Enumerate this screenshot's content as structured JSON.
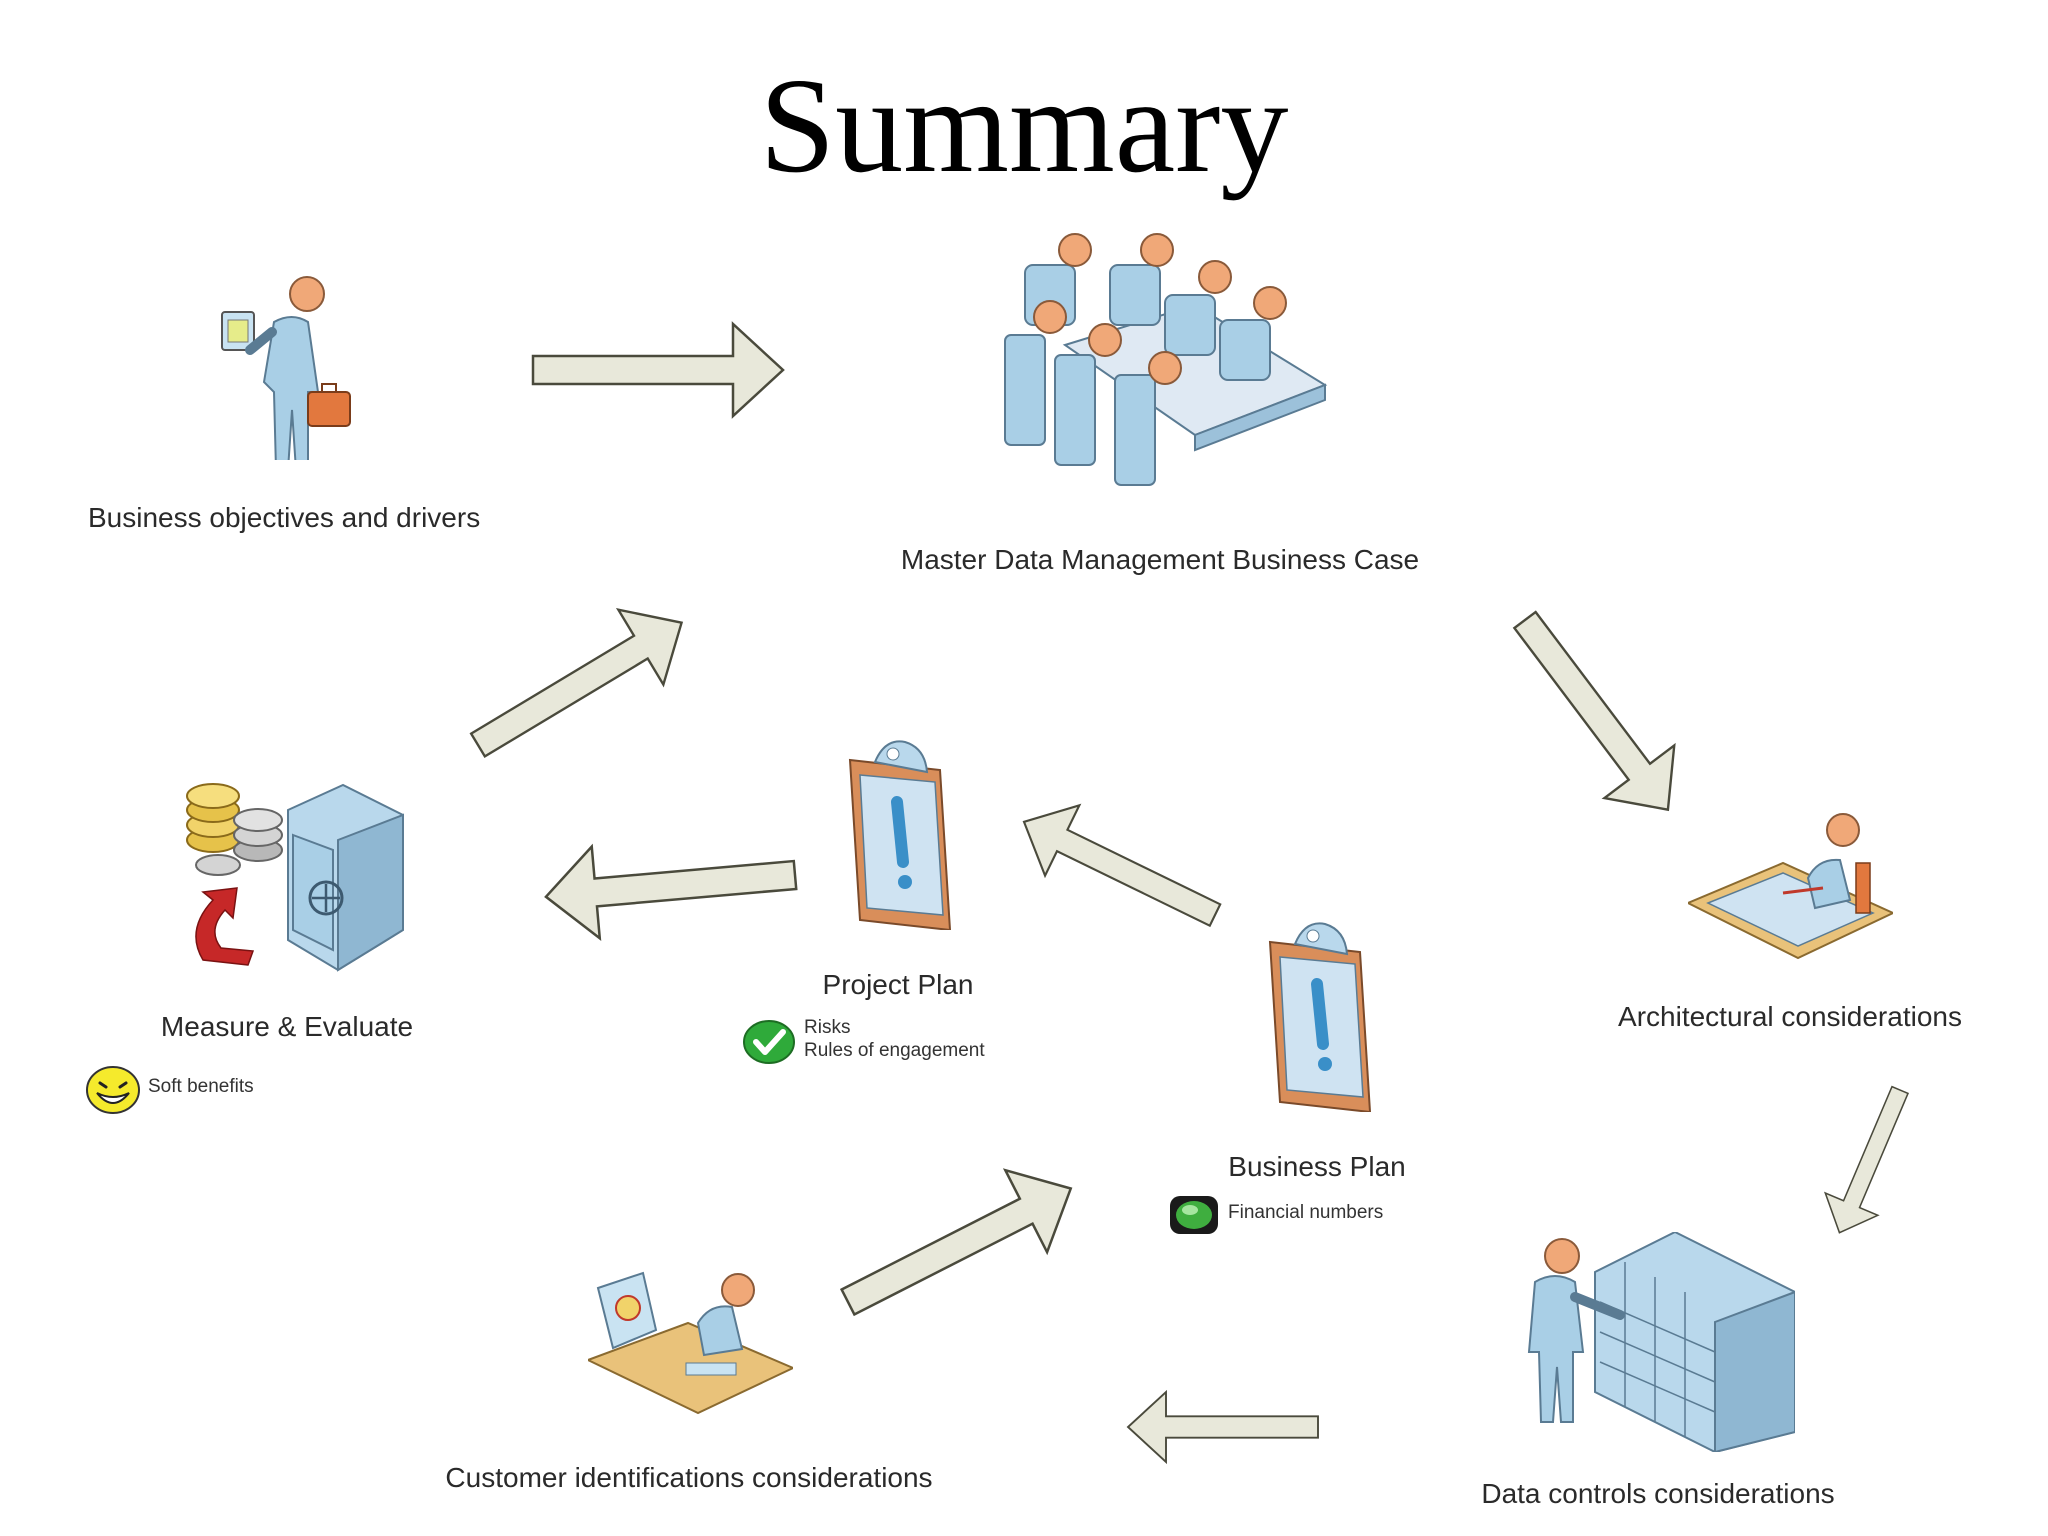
{
  "title": "Summary",
  "nodes": {
    "business_objectives": {
      "label": "Business objectives and drivers",
      "icon": "businessman-briefcase-icon"
    },
    "mdm_business_case": {
      "label": "Master Data Management Business Case",
      "icon": "meeting-table-icon"
    },
    "architectural": {
      "label": "Architectural considerations",
      "icon": "person-at-drafting-desk-icon"
    },
    "data_controls": {
      "label": "Data controls considerations",
      "icon": "person-at-server-rack-icon"
    },
    "customer_identifications": {
      "label": "Customer identifications considerations",
      "icon": "person-at-computer-desk-icon"
    },
    "business_plan": {
      "label": "Business Plan",
      "icon": "clipboard-exclamation-icon",
      "note": "Financial numbers",
      "note_icon": "green-light-icon"
    },
    "project_plan": {
      "label": "Project Plan",
      "icon": "clipboard-exclamation-icon",
      "notes": [
        "Risks",
        "Rules of engagement"
      ],
      "note_icon": "green-checkmark-icon"
    },
    "measure_evaluate": {
      "label": "Measure & Evaluate",
      "icon": "coins-and-safe-icon",
      "note": "Soft benefits",
      "note_icon": "smiley-face-icon"
    }
  },
  "colors": {
    "arrow_fill": "#e8e8da",
    "arrow_stroke": "#4a4a3c",
    "figure_blue": "#a9cfe6",
    "figure_head": "#f0a878"
  }
}
